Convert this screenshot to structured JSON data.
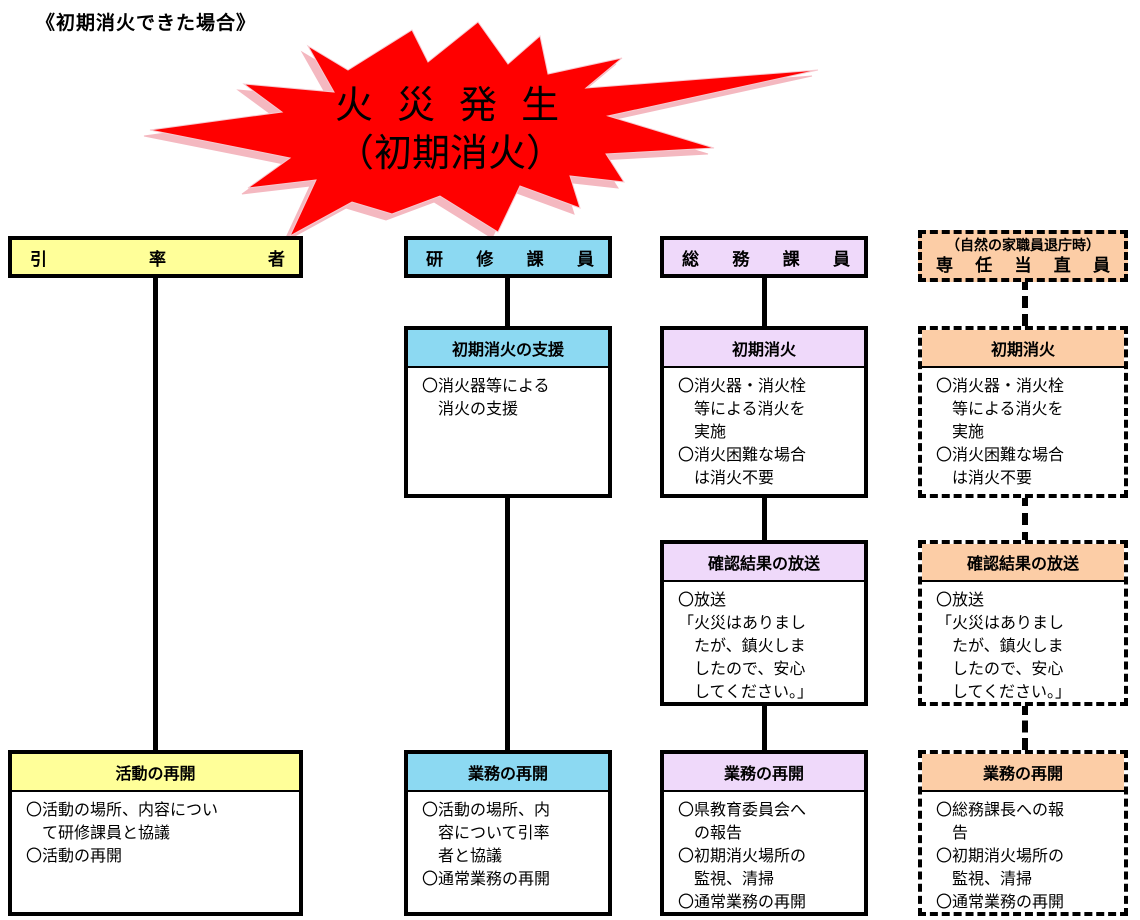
{
  "heading": "《初期消火できた場合》",
  "burst": {
    "line1": "火 災 発 生",
    "line2": "（初期消火）"
  },
  "columns": {
    "leader": {
      "header": [
        "引",
        "率",
        "者"
      ],
      "end_box": {
        "title": "活動の再開",
        "body": "〇活動の場所、内容につい\n　て研修課員と協議\n〇活動の再開"
      }
    },
    "training": {
      "header": [
        "研",
        "修",
        "課",
        "員"
      ],
      "box1": {
        "title": "初期消火の支援",
        "body": "〇消火器等による\n　消火の支援"
      },
      "end_box": {
        "title": "業務の再開",
        "body": "〇活動の場所、内\n　容について引率\n　者と協議\n〇通常業務の再開"
      }
    },
    "general": {
      "header": [
        "総",
        "務",
        "課",
        "員"
      ],
      "box1": {
        "title": "初期消火",
        "body": "〇消火器・消火栓\n　等による消火を\n　実施\n〇消火困難な場合\n　は消火不要"
      },
      "box2": {
        "title": "確認結果の放送",
        "body": "〇放送\n「火災はありまし\n　たが、鎮火しま\n　したので、安心\n　してください。」"
      },
      "end_box": {
        "title": "業務の再開",
        "body": "〇県教育委員会へ\n　の報告\n〇初期消火場所の\n　監視、清掃\n〇通常業務の再開"
      }
    },
    "duty": {
      "header_sub": "（自然の家職員退庁時）",
      "header": [
        "専",
        "任",
        "当",
        "直",
        "員"
      ],
      "box1": {
        "title": "初期消火",
        "body": "〇消火器・消火栓\n　等による消火を\n　実施\n〇消火困難な場合\n　は消火不要"
      },
      "box2": {
        "title": "確認結果の放送",
        "body": "〇放送\n「火災はありまし\n　たが、鎮火しま\n　したので、安心\n　してください。」"
      },
      "end_box": {
        "title": "業務の再開",
        "body": "〇総務課長への報\n　告\n〇初期消火場所の\n　監視、清掃\n〇通常業務の再開"
      }
    }
  },
  "colors": {
    "leader": "#ffff99",
    "training": "#8cd9f2",
    "general": "#efd9fa",
    "duty": "#fccda6",
    "burst_fill": "#ff0000"
  }
}
